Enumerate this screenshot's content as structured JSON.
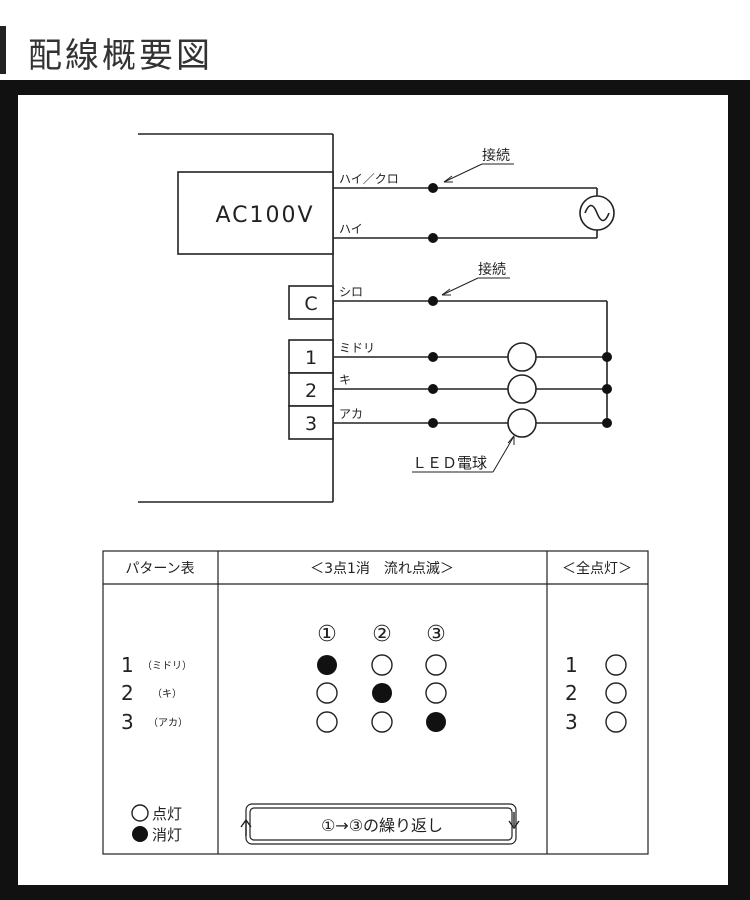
{
  "title": "配線概要図",
  "wiring": {
    "power_box": "AC100V",
    "terminals": [
      "C",
      "1",
      "2",
      "3"
    ],
    "wire_labels": {
      "hai_kuro": "ハイ／クロ",
      "hai": "ハイ",
      "shiro": "シロ",
      "midori": "ミドリ",
      "ki": "キ",
      "aka": "アカ"
    },
    "connection_callout": "接続",
    "led_label": "ＬＥＤ電球",
    "ac_symbol": "~"
  },
  "pattern_table": {
    "header_pattern": "パターン表",
    "header_flow": "＜3点1消　流れ点滅＞",
    "header_all": "＜全点灯＞",
    "columns": [
      "①",
      "②",
      "③"
    ],
    "rows": [
      {
        "num": "1",
        "color": "（ミドリ）",
        "states": [
          "off",
          "on",
          "on"
        ]
      },
      {
        "num": "2",
        "color": "（キ）",
        "states": [
          "on",
          "off",
          "on"
        ]
      },
      {
        "num": "3",
        "color": "（アカ）",
        "states": [
          "on",
          "on",
          "off"
        ]
      }
    ],
    "all_on_rows": [
      "1",
      "2",
      "3"
    ],
    "legend_on": "点灯",
    "legend_off": "消灯",
    "repeat_text": "①→③の繰り返し"
  }
}
